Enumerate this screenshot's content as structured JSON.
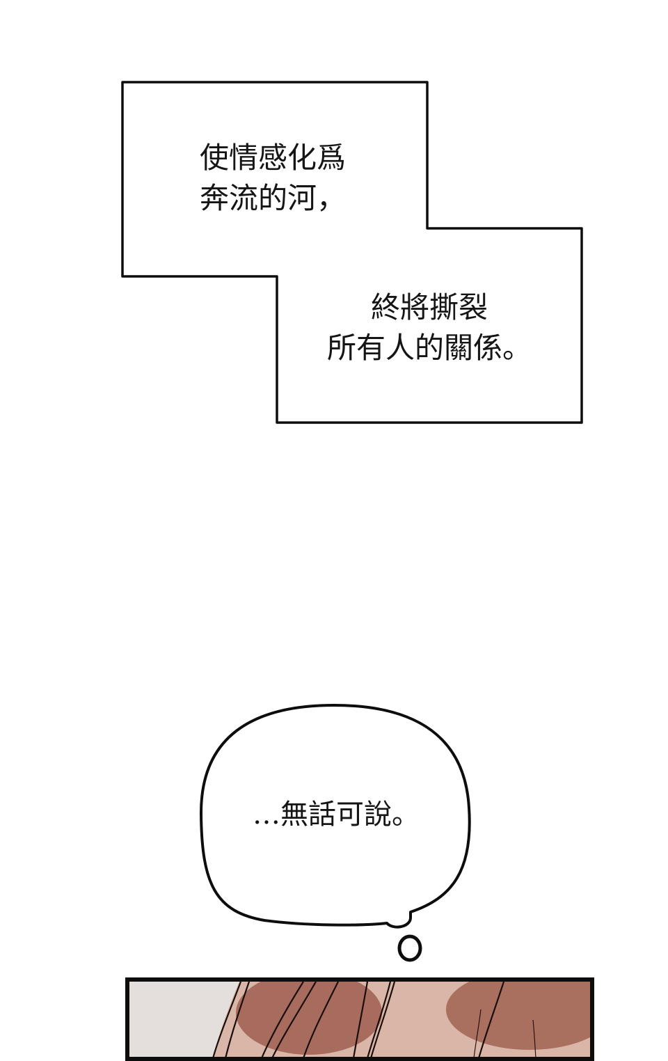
{
  "caption_box": {
    "upper_text": [
      "使情感化爲",
      "奔流的河，"
    ],
    "lower_text": [
      "終將撕裂",
      "所有人的關係。"
    ]
  },
  "thought_bubble": {
    "text": "…無話可說。"
  },
  "colors": {
    "outline": "#0d0d0d",
    "panel_background": "#e6e1de",
    "skin": "#d8b5a7",
    "hair_shadow": "#a5695b"
  }
}
